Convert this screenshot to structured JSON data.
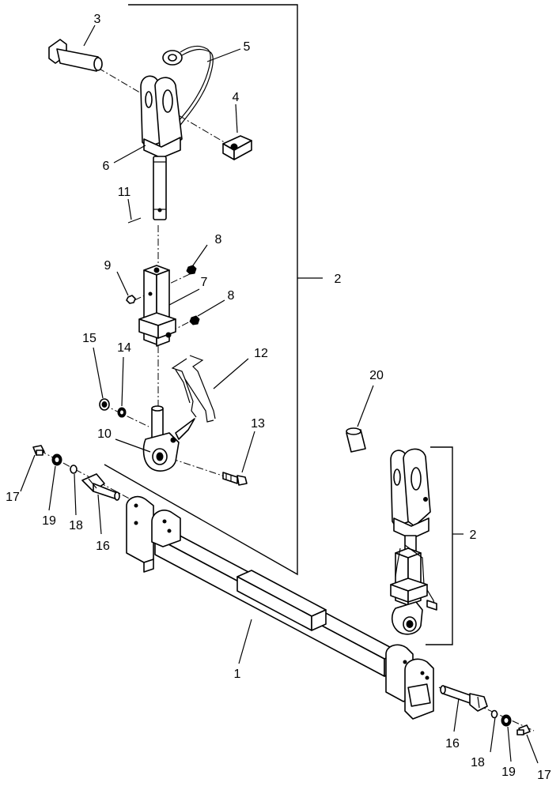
{
  "diagram": {
    "callouts": {
      "c1": "1",
      "c2a": "2",
      "c2b": "2",
      "c3": "3",
      "c4": "4",
      "c5": "5",
      "c6": "6",
      "c7": "7",
      "c8a": "8",
      "c8b": "8",
      "c9": "9",
      "c10": "10",
      "c11": "11",
      "c12": "12",
      "c13": "13",
      "c14": "14",
      "c15": "15",
      "c16a": "16",
      "c16b": "16",
      "c17a": "17",
      "c17b": "17",
      "c18a": "18",
      "c18b": "18",
      "c19a": "19",
      "c19b": "19",
      "c20": "20"
    }
  }
}
